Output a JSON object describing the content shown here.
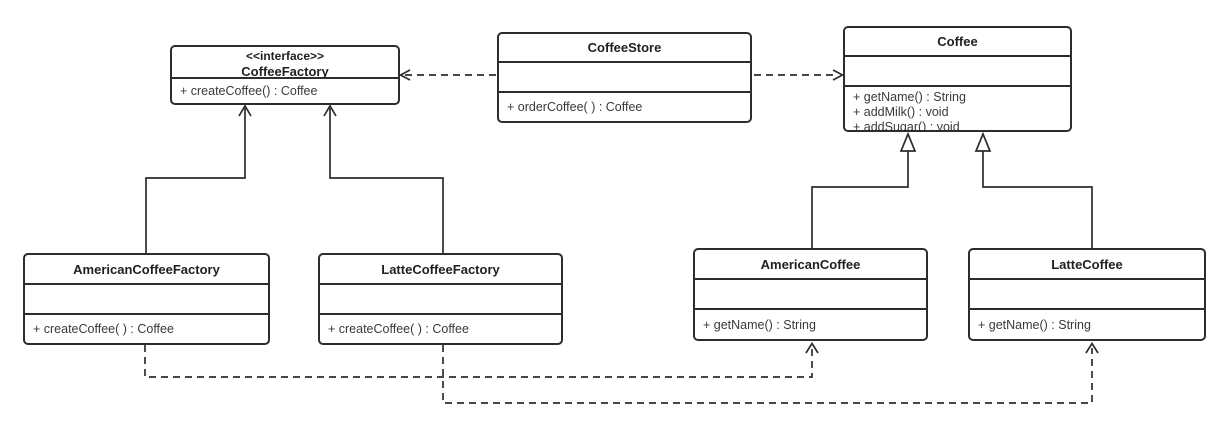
{
  "diagram": {
    "colors": {
      "line": "#2d2d2d",
      "background": "#ffffff"
    },
    "classes": {
      "coffee_factory": {
        "stereotype": "<<interface>>",
        "name": "CoffeeFactory",
        "methods": [
          "+ createCoffee() : Coffee"
        ]
      },
      "coffee_store": {
        "name": "CoffeeStore",
        "methods": [
          "+ orderCoffee( ) : Coffee"
        ]
      },
      "coffee": {
        "name": "Coffee",
        "methods": [
          "+ getName() : String",
          "+ addMilk() : void",
          "+ addSugar() : void"
        ]
      },
      "american_coffee_factory": {
        "name": "AmericanCoffeeFactory",
        "methods": [
          "+ createCoffee( ) : Coffee"
        ]
      },
      "latte_coffee_factory": {
        "name": "LatteCoffeeFactory",
        "methods": [
          "+ createCoffee( ) : Coffee"
        ]
      },
      "american_coffee": {
        "name": "AmericanCoffee",
        "methods": [
          "+ getName() : String"
        ]
      },
      "latte_coffee": {
        "name": "LatteCoffee",
        "methods": [
          "+ getName() : String"
        ]
      }
    },
    "relationships": [
      {
        "type": "dependency",
        "from": "CoffeeStore",
        "to": "CoffeeFactory",
        "style": "dashed-open-arrow"
      },
      {
        "type": "dependency",
        "from": "CoffeeStore",
        "to": "Coffee",
        "style": "dashed-open-arrow"
      },
      {
        "type": "realization",
        "from": "AmericanCoffeeFactory",
        "to": "CoffeeFactory",
        "style": "solid-open-arrow"
      },
      {
        "type": "realization",
        "from": "LatteCoffeeFactory",
        "to": "CoffeeFactory",
        "style": "solid-open-arrow"
      },
      {
        "type": "generalization",
        "from": "AmericanCoffee",
        "to": "Coffee",
        "style": "solid-hollow-triangle"
      },
      {
        "type": "generalization",
        "from": "LatteCoffee",
        "to": "Coffee",
        "style": "solid-hollow-triangle"
      },
      {
        "type": "dependency",
        "from": "AmericanCoffeeFactory",
        "to": "AmericanCoffee",
        "style": "dashed-open-arrow"
      },
      {
        "type": "dependency",
        "from": "LatteCoffeeFactory",
        "to": "LatteCoffee",
        "style": "dashed-open-arrow"
      }
    ]
  }
}
